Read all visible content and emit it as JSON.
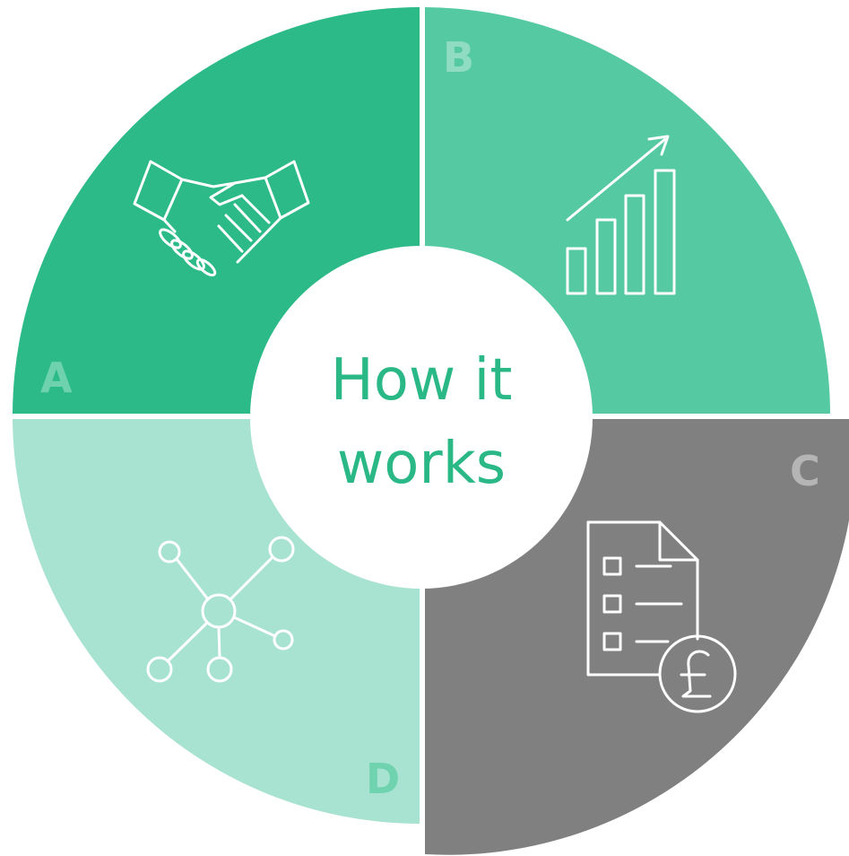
{
  "center": {
    "line1": "How it",
    "line2": "works",
    "color": "#2bb887"
  },
  "segments": [
    {
      "letter": "A",
      "icon": "handshake-icon",
      "fill": "#2bba88",
      "letter_color": "#6fd2ae"
    },
    {
      "letter": "B",
      "icon": "bar-chart-growth-icon",
      "fill": "#55c9a1",
      "letter_color": "#8fdcc2"
    },
    {
      "letter": "C",
      "icon": "invoice-pound-icon",
      "fill": "#808080",
      "letter_color": "#b5b5b5"
    },
    {
      "letter": "D",
      "icon": "network-nodes-icon",
      "fill": "#a8e2d0",
      "letter_color": "#6fd3b0"
    }
  ]
}
